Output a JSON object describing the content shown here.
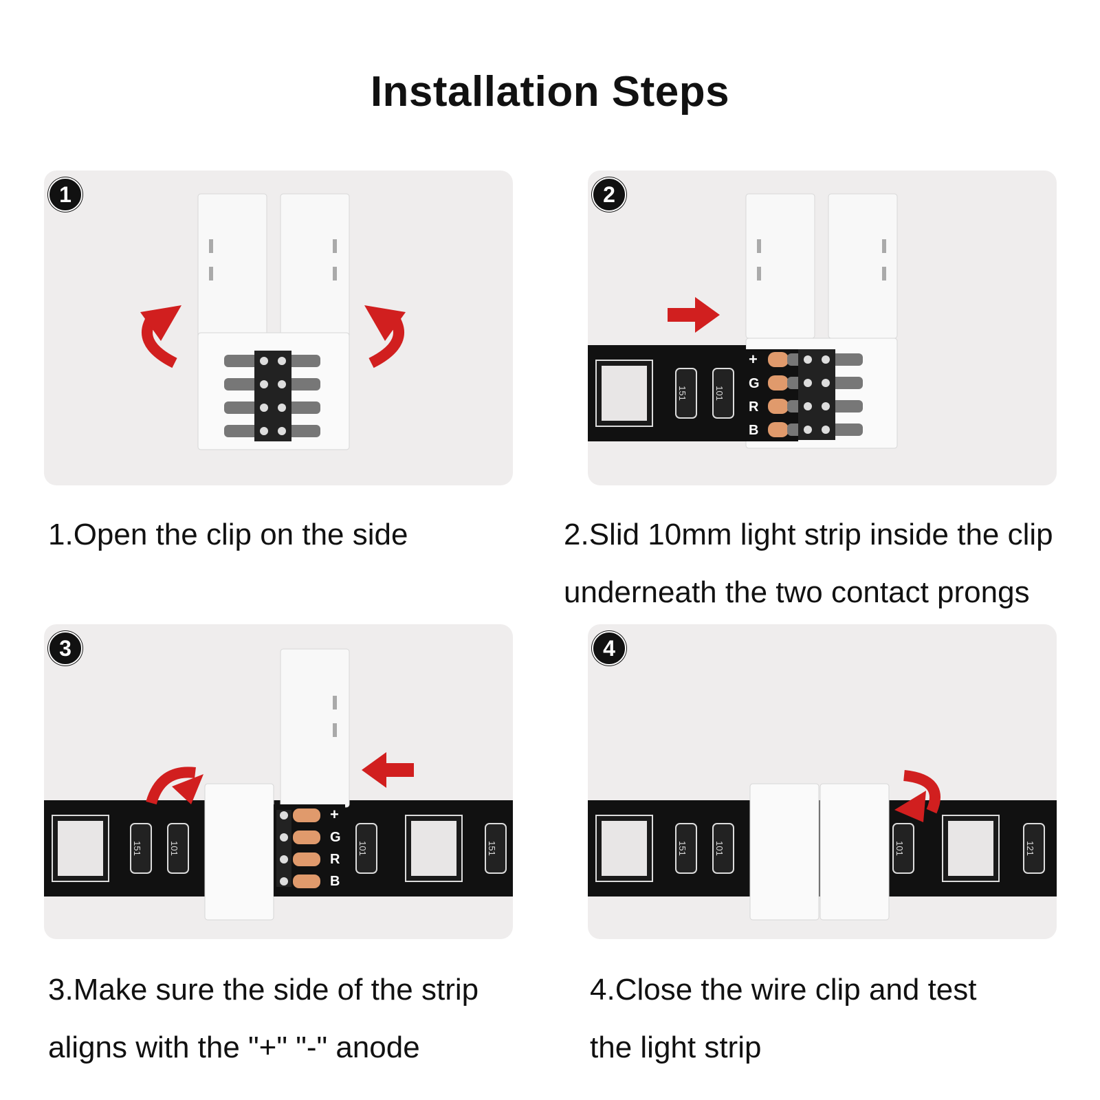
{
  "title": "Installation Steps",
  "steps": [
    {
      "badge": "1",
      "lines": [
        "1.Open the clip on the side"
      ]
    },
    {
      "badge": "2",
      "lines": [
        "2.Slid 10mm light strip inside the clip",
        "underneath the two contact prongs"
      ],
      "pads": [
        "+",
        "G",
        "R",
        "B"
      ],
      "resistors": [
        "151",
        "101"
      ]
    },
    {
      "badge": "3",
      "lines": [
        "3.Make sure the side of the strip",
        "aligns with the \"+\" \"-\" anode"
      ],
      "pads": [
        "+",
        "G",
        "R",
        "B"
      ],
      "resistors": [
        "151",
        "101",
        "101",
        "151"
      ]
    },
    {
      "badge": "4",
      "lines": [
        "4.Close the wire clip and test",
        "the light strip"
      ],
      "resistors": [
        "151",
        "101",
        "101",
        "121"
      ]
    }
  ],
  "colors": {
    "arrow": "#d11f1f",
    "strip": "#111111",
    "clip": "#f7f7f7",
    "panel": "#efeded"
  }
}
